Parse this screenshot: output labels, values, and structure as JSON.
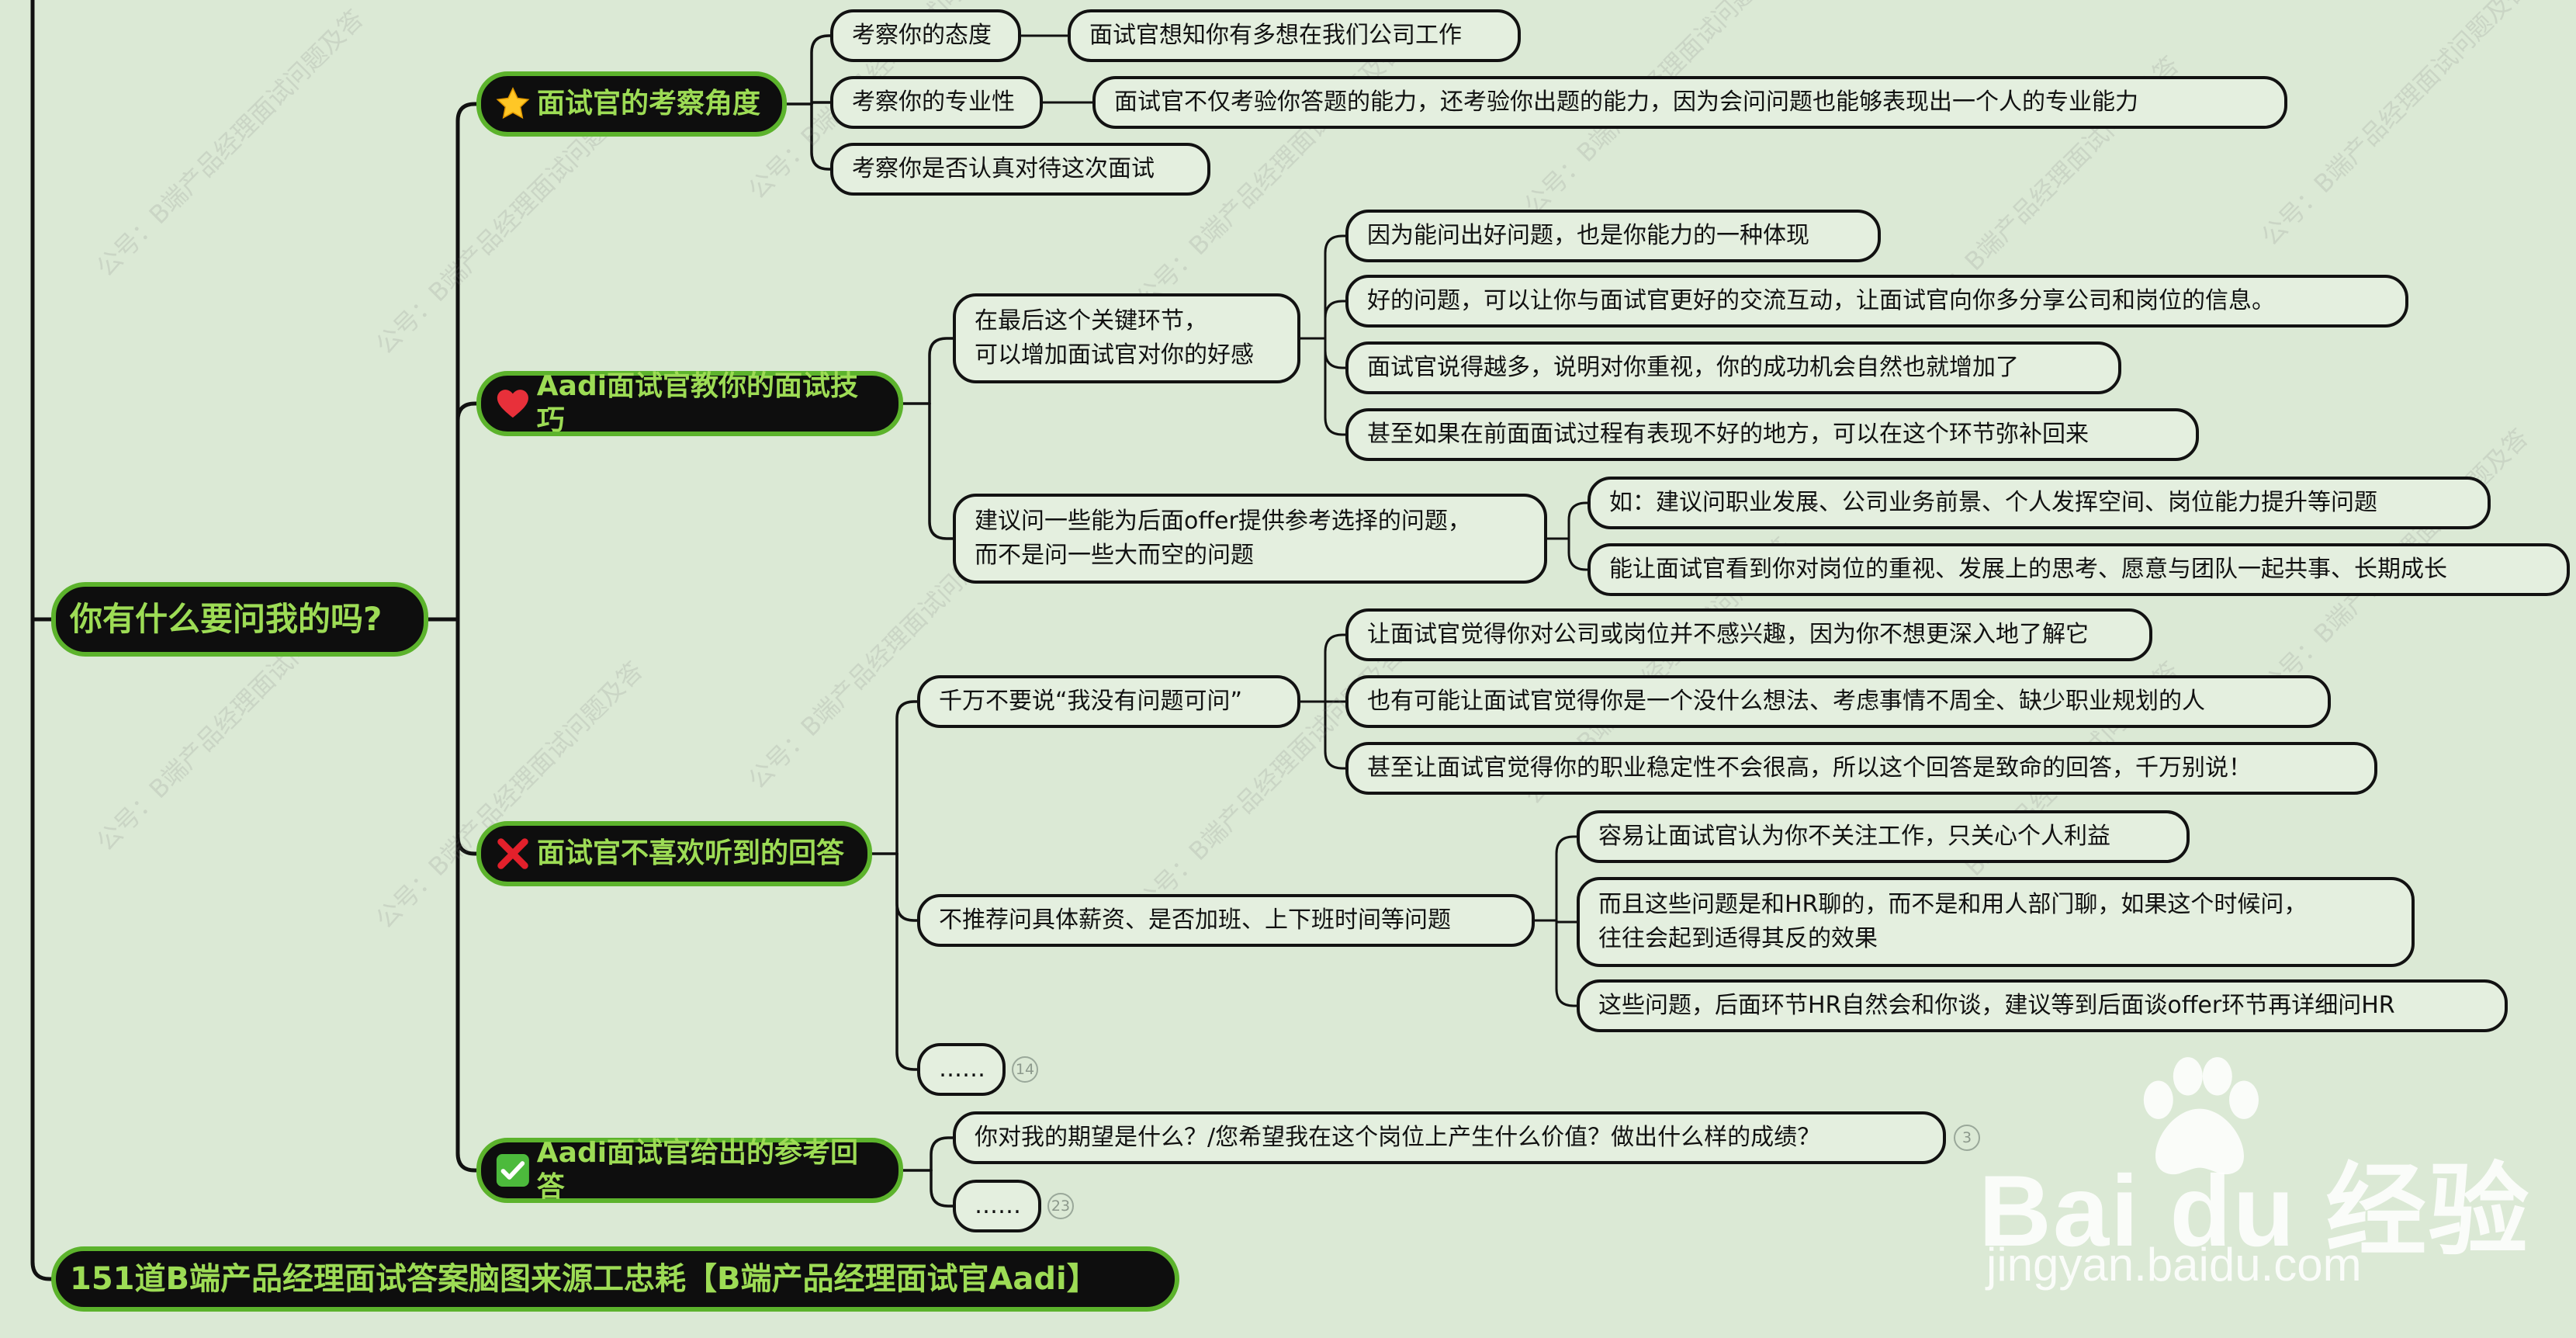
{
  "root": "你有什么要问我的吗?",
  "footer": "151道B端产品经理面试答案脑图来源工忠耗【B端产品经理面试官Aadi】",
  "watermark": "公号：B端产品经理面试问题及答",
  "logo": {
    "brand": "Bai du 经验",
    "url": "jingyan.baidu.com"
  },
  "icons": {
    "cat1": "star-emoji",
    "cat2": "heart-emoji",
    "cat3": "cross-mark-emoji",
    "cat4": "check-mark-emoji"
  },
  "colors": {
    "background": "#dbe9d5",
    "node_fill": "#e4efdf",
    "category_fill": "#0e0e0e",
    "category_text": "#9ddc55",
    "category_border": "#5cb32c",
    "line": "#111111"
  },
  "categories": [
    {
      "label": "面试官的考察角度",
      "children": [
        {
          "label": "考察你的态度",
          "children": [
            {
              "label": "面试官想知你有多想在我们公司工作"
            }
          ]
        },
        {
          "label": "考察你的专业性",
          "children": [
            {
              "label": "面试官不仅考验你答题的能力，还考验你出题的能力，因为会问问题也能够表现出一个人的专业能力"
            }
          ]
        },
        {
          "label": "考察你是否认真对待这次面试"
        }
      ]
    },
    {
      "label": "Aadi面试官教你的面试技巧",
      "children": [
        {
          "label": "在最后这个关键环节，\n可以增加面试官对你的好感",
          "children": [
            {
              "label": "因为能问出好问题，也是你能力的一种体现"
            },
            {
              "label": "好的问题，可以让你与面试官更好的交流互动，让面试官向你多分享公司和岗位的信息。"
            },
            {
              "label": "面试官说得越多，说明对你重视，你的成功机会自然也就增加了"
            },
            {
              "label": "甚至如果在前面面试过程有表现不好的地方，可以在这个环节弥补回来"
            }
          ]
        },
        {
          "label": "建议问一些能为后面offer提供参考选择的问题，\n而不是问一些大而空的问题",
          "children": [
            {
              "label": "如：建议问职业发展、公司业务前景、个人发挥空间、岗位能力提升等问题"
            },
            {
              "label": "能让面试官看到你对岗位的重视、发展上的思考、愿意与团队一起共事、长期成长"
            }
          ]
        }
      ]
    },
    {
      "label": "面试官不喜欢听到的回答",
      "children": [
        {
          "label": "千万不要说“我没有问题可问”",
          "children": [
            {
              "label": "让面试官觉得你对公司或岗位并不感兴趣，因为你不想更深入地了解它"
            },
            {
              "label": "也有可能让面试官觉得你是一个没什么想法、考虑事情不周全、缺少职业规划的人"
            },
            {
              "label": "甚至让面试官觉得你的职业稳定性不会很高，所以这个回答是致命的回答，千万别说！"
            }
          ]
        },
        {
          "label": "不推荐问具体薪资、是否加班、上下班时间等问题",
          "children": [
            {
              "label": "容易让面试官认为你不关注工作，只关心个人利益"
            },
            {
              "label": "而且这些问题是和HR聊的，而不是和用人部门聊，如果这个时候问，\n往往会起到适得其反的效果"
            },
            {
              "label": "这些问题，后面环节HR自然会和你谈，建议等到后面谈offer环节再详细问HR"
            }
          ]
        },
        {
          "label": "……",
          "badge": "14"
        }
      ]
    },
    {
      "label": "Aadi面试官给出的参考回答",
      "children": [
        {
          "label": "你对我的期望是什么？/您希望我在这个岗位上产生什么价值？做出什么样的成绩？",
          "badge": "3"
        },
        {
          "label": "……",
          "badge": "23"
        }
      ]
    }
  ]
}
